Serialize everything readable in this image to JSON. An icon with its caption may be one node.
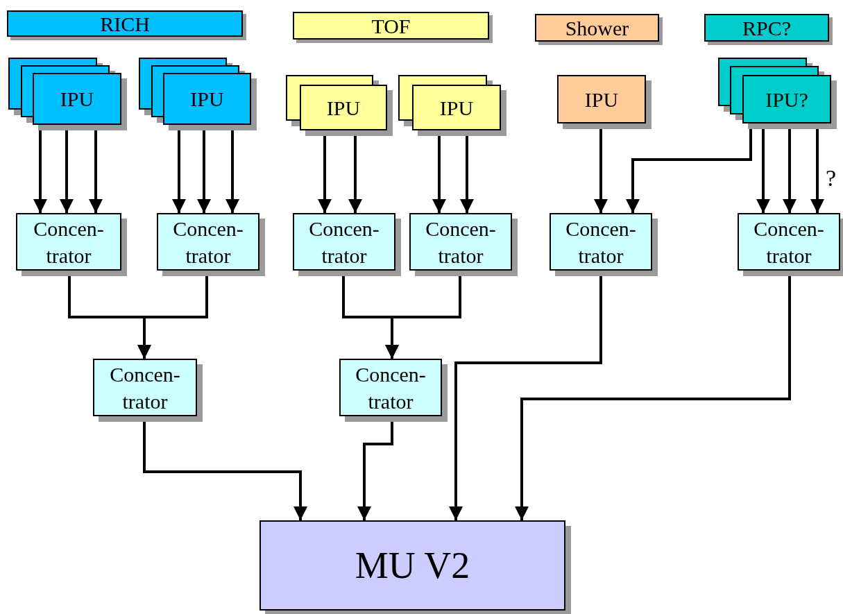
{
  "diagram": {
    "nodes": [
      {
        "text": [
          "RICH"
        ]
      },
      {
        "text": [
          "TOF"
        ]
      },
      {
        "text": [
          "Shower"
        ]
      },
      {
        "text": [
          "RPC?"
        ]
      },
      {
        "text": [
          "IPU"
        ]
      },
      {
        "text": [
          "IPU"
        ]
      },
      {
        "text": [
          "IPU"
        ]
      },
      {
        "text": [
          "IPU"
        ]
      },
      {
        "text": [
          "IPU"
        ]
      },
      {
        "text": [
          "IPU?"
        ]
      },
      {
        "text": [
          "Concen- trator"
        ]
      },
      {
        "text": [
          "Concen- trator"
        ]
      },
      {
        "text": [
          "Concen- trator"
        ]
      },
      {
        "text": [
          "Concen- trator"
        ]
      },
      {
        "text": [
          "Concen- trator"
        ]
      },
      {
        "text": [
          "Concen- trator"
        ]
      },
      {
        "text": [
          "Concen- trator"
        ]
      },
      {
        "text": [
          "Concen- trator"
        ]
      },
      {
        "text": [
          "MU V2"
        ]
      }
    ],
    "edges": [
      {
        "from": 4,
        "to": 10,
        "arrow": "to"
      },
      {
        "from": 4,
        "to": 10,
        "arrow": "to"
      },
      {
        "from": 4,
        "to": 10,
        "arrow": "to"
      },
      {
        "from": 5,
        "to": 11,
        "arrow": "to"
      },
      {
        "from": 5,
        "to": 11,
        "arrow": "to"
      },
      {
        "from": 5,
        "to": 11,
        "arrow": "to"
      },
      {
        "from": 6,
        "to": 12,
        "arrow": "to"
      },
      {
        "from": 6,
        "to": 12,
        "arrow": "to"
      },
      {
        "from": 7,
        "to": 13,
        "arrow": "to"
      },
      {
        "from": 7,
        "to": 13,
        "arrow": "to"
      },
      {
        "from": 8,
        "to": 14,
        "arrow": "to"
      },
      {
        "from": 9,
        "to": 14,
        "arrow": "to"
      },
      {
        "from": 9,
        "to": 15,
        "arrow": "to"
      },
      {
        "from": 9,
        "to": 15,
        "arrow": "to"
      },
      {
        "from": 9,
        "to": 15,
        "arrow": "to",
        "label": "?"
      },
      {
        "from": 10,
        "to": 16,
        "arrow": "to"
      },
      {
        "from": 11,
        "to": 16,
        "arrow": "to"
      },
      {
        "from": 12,
        "to": 17,
        "arrow": "to"
      },
      {
        "from": 13,
        "to": 17,
        "arrow": "to"
      },
      {
        "from": 16,
        "to": 18,
        "arrow": "to"
      },
      {
        "from": 17,
        "to": 18,
        "arrow": "to"
      },
      {
        "from": 14,
        "to": 18,
        "arrow": "to"
      },
      {
        "from": 15,
        "to": 18,
        "arrow": "to"
      }
    ]
  }
}
